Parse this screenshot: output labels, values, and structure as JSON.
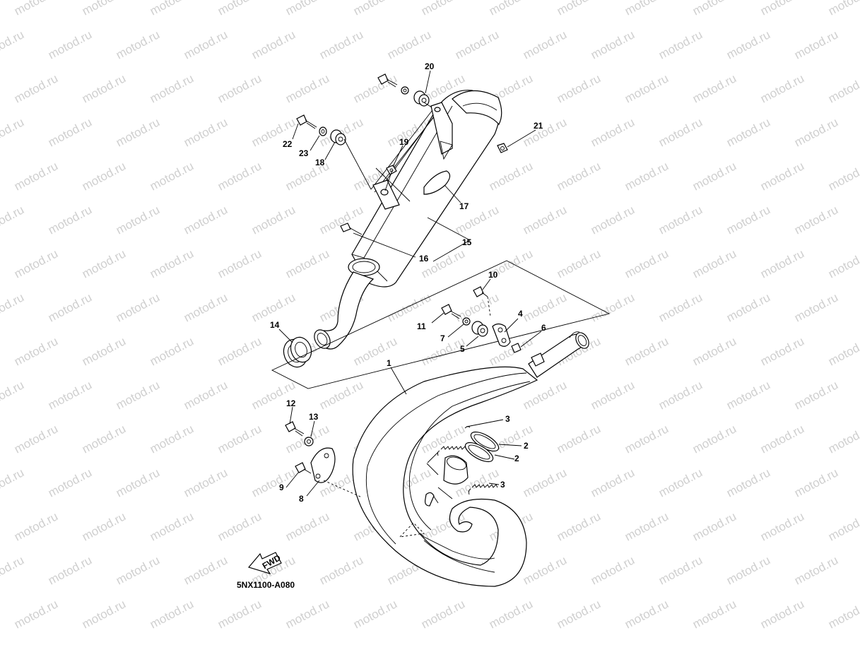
{
  "watermark": {
    "text": "motod.ru"
  },
  "diagram_code": "5NX1100-A080",
  "fwd_label": "FWD",
  "callouts": {
    "c1": "1",
    "c2a": "2",
    "c2b": "2",
    "c3a": "3",
    "c3b": "3",
    "c4": "4",
    "c5": "5",
    "c6": "6",
    "c7": "7",
    "c8": "8",
    "c9": "9",
    "c10": "10",
    "c11": "11",
    "c12": "12",
    "c13": "13",
    "c14": "14",
    "c15": "15",
    "c16": "16",
    "c17": "17",
    "c18": "18",
    "c19": "19",
    "c20": "20",
    "c21": "21",
    "c22": "22",
    "c23": "23"
  }
}
